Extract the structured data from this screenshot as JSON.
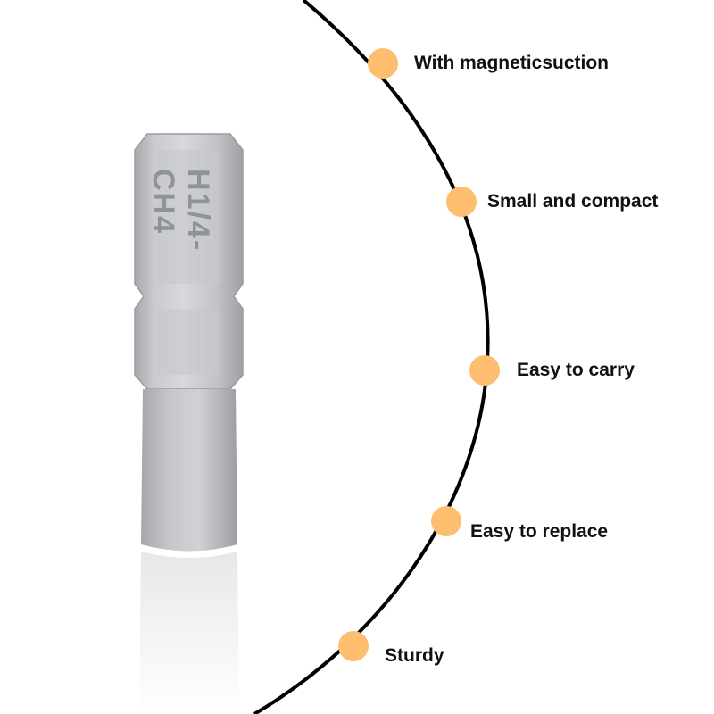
{
  "features": [
    {
      "label": "With magneticsuction"
    },
    {
      "label": "Small and compact"
    },
    {
      "label": "Easy to carry"
    },
    {
      "label": "Easy to replace"
    },
    {
      "label": "Sturdy"
    }
  ],
  "product": {
    "marking": "H1/4-CH4"
  },
  "colors": {
    "background": "#ffffff",
    "arc": "#000000",
    "dot": "#fdbf6f",
    "text": "#111111",
    "metal": "#b9bbbf"
  }
}
